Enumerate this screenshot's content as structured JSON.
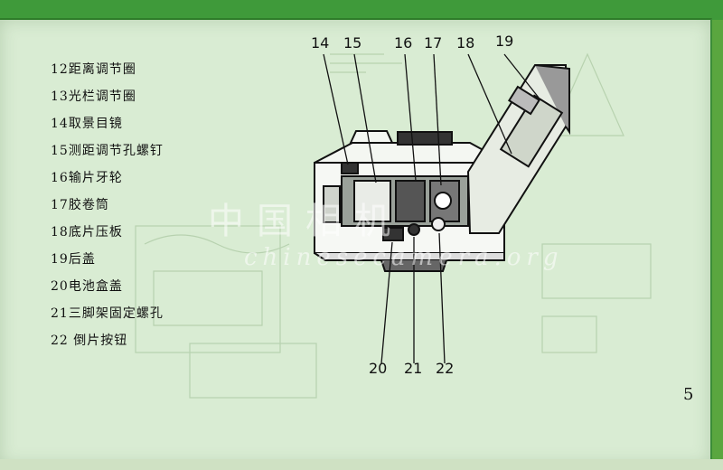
{
  "legend": {
    "items": [
      "12距离调节圈",
      "13光栏调节圈",
      "14取景目镜",
      "15测距调节孔螺钉",
      "16输片牙轮",
      "17胶卷筒",
      "18底片压板",
      "19后盖",
      "20电池盒盖",
      "21三脚架固定螺孔",
      "22 倒片按钮"
    ]
  },
  "callouts": {
    "c14": "14",
    "c15": "15",
    "c16": "16",
    "c17": "17",
    "c18": "18",
    "c19": "19",
    "c20": "20",
    "c21": "21",
    "c22": "22"
  },
  "watermark": {
    "chinese": "中国相机",
    "latin": "chinesecamera.org"
  },
  "page_number": "5"
}
